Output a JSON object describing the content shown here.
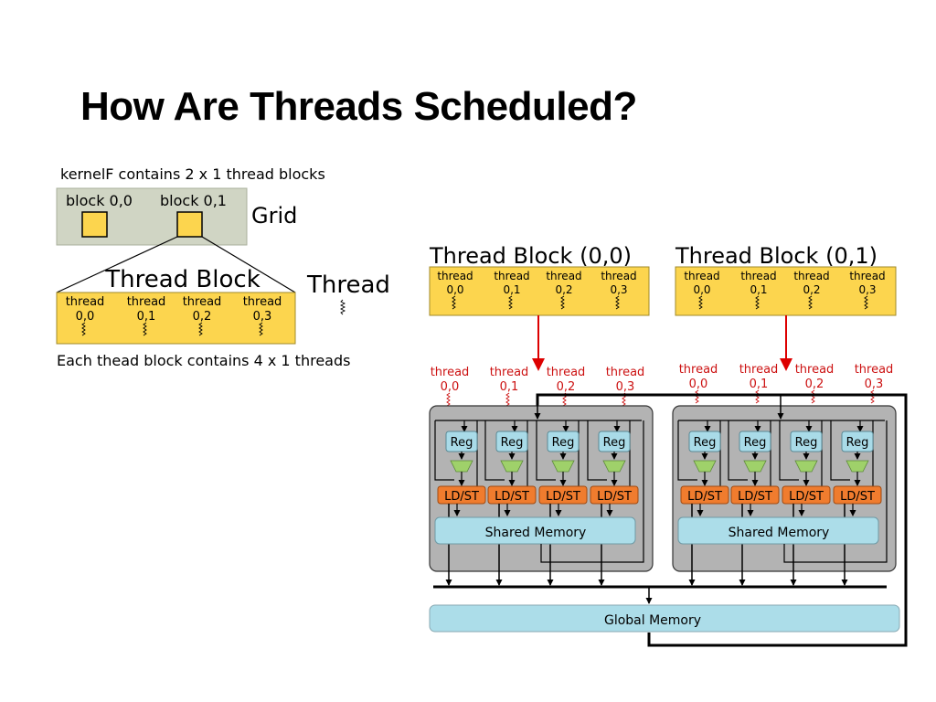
{
  "title": "How Are Threads Scheduled?",
  "grid_diagram": {
    "caption": "kernelF contains 2 x 1 thread blocks",
    "grid_label": "Grid",
    "blocks": [
      "block 0,0",
      "block 0,1"
    ],
    "thread_block_label": "Thread Block",
    "thread_label": "Thread",
    "threads": [
      {
        "word": "thread",
        "id": "0,0"
      },
      {
        "word": "thread",
        "id": "0,1"
      },
      {
        "word": "thread",
        "id": "0,2"
      },
      {
        "word": "thread",
        "id": "0,3"
      }
    ],
    "footer": "Each thead block contains 4 x 1 threads"
  },
  "scheduling": {
    "blocks": [
      {
        "title": "Thread Block (0,0)",
        "threads": [
          {
            "word": "thread",
            "id": "0,0"
          },
          {
            "word": "thread",
            "id": "0,1"
          },
          {
            "word": "thread",
            "id": "0,2"
          },
          {
            "word": "thread",
            "id": "0,3"
          }
        ]
      },
      {
        "title": "Thread Block (0,1)",
        "threads": [
          {
            "word": "thread",
            "id": "0,0"
          },
          {
            "word": "thread",
            "id": "0,1"
          },
          {
            "word": "thread",
            "id": "0,2"
          },
          {
            "word": "thread",
            "id": "0,3"
          }
        ]
      }
    ],
    "sm": {
      "reg_label": "Reg",
      "ldst_label": "LD/ST",
      "shared_memory_label": "Shared Memory"
    },
    "global_memory_label": "Global Memory"
  },
  "colors": {
    "block_fill": "#fcd54e",
    "grid_bg": "#d0d5c4",
    "sm_bg": "#b3b3b3",
    "reg_fill": "#a9dbe8",
    "alu_fill": "#9fd16a",
    "ldst_fill": "#f07c2e",
    "memory_fill": "#acdde9",
    "red_accent": "#cc1111"
  }
}
